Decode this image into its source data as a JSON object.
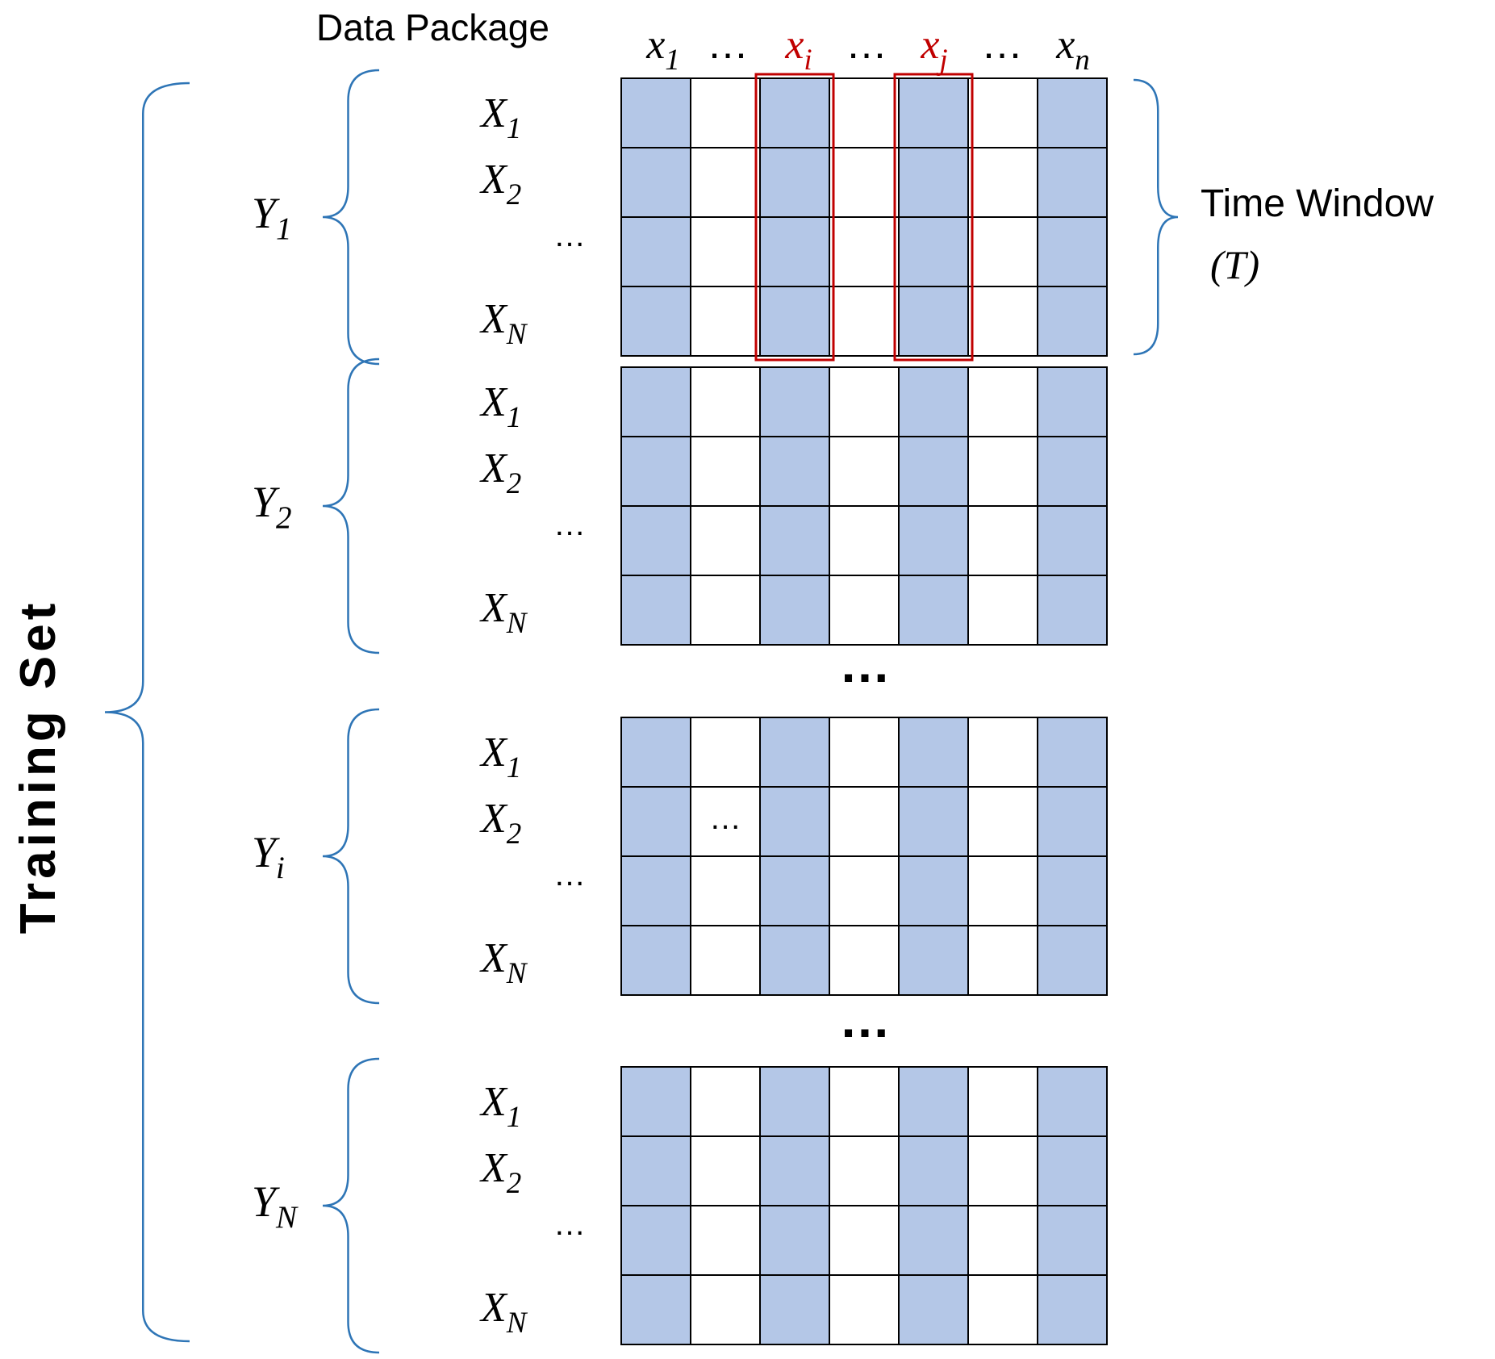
{
  "title": "Training Set",
  "data_package_label": "Data Package",
  "time_window_label": "Time Window",
  "time_window_symbol": "(T)",
  "columns": [
    {
      "base": "x",
      "sub": "1",
      "highlight": false
    },
    {
      "base": "…",
      "sub": "",
      "highlight": false
    },
    {
      "base": "x",
      "sub": "i",
      "highlight": true
    },
    {
      "base": "…",
      "sub": "",
      "highlight": false
    },
    {
      "base": "x",
      "sub": "j",
      "highlight": true
    },
    {
      "base": "…",
      "sub": "",
      "highlight": false
    },
    {
      "base": "x",
      "sub": "n",
      "highlight": false
    }
  ],
  "samples": [
    {
      "label_base": "Y",
      "label_sub": "1",
      "rows": [
        {
          "base": "X",
          "sub": "1"
        },
        {
          "base": "X",
          "sub": "2"
        },
        {
          "base": "…",
          "sub": ""
        },
        {
          "base": "X",
          "sub": "N"
        }
      ]
    },
    {
      "label_base": "Y",
      "label_sub": "2",
      "rows": [
        {
          "base": "X",
          "sub": "1"
        },
        {
          "base": "X",
          "sub": "2"
        },
        {
          "base": "…",
          "sub": ""
        },
        {
          "base": "X",
          "sub": "N"
        }
      ]
    },
    {
      "label_base": "Y",
      "label_sub": "i",
      "rows": [
        {
          "base": "X",
          "sub": "1"
        },
        {
          "base": "X",
          "sub": "2"
        },
        {
          "base": "…",
          "sub": ""
        },
        {
          "base": "X",
          "sub": "N"
        }
      ],
      "inner_ellipsis": "…"
    },
    {
      "label_base": "Y",
      "label_sub": "N",
      "rows": [
        {
          "base": "X",
          "sub": "1"
        },
        {
          "base": "X",
          "sub": "2"
        },
        {
          "base": "…",
          "sub": ""
        },
        {
          "base": "X",
          "sub": "N"
        }
      ]
    }
  ],
  "between_ellipsis": "…",
  "filled_columns": [
    0,
    2,
    4,
    6
  ],
  "colors": {
    "cell_fill": "#b4c7e7",
    "grid_line": "#000000",
    "brace": "#2e75b6",
    "highlight": "#c00000",
    "text": "#000000"
  }
}
